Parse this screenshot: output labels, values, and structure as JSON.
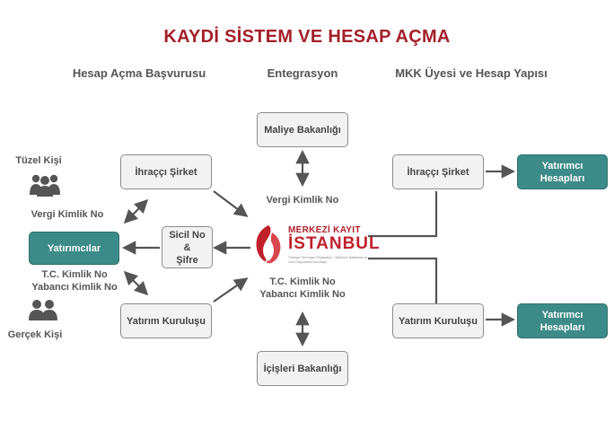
{
  "title": "KAYDİ SİSTEM VE HESAP AÇMA",
  "columns": {
    "left": "Hesap Açma Başvurusu",
    "middle": "Entegrasyon",
    "right": "MKK Üyesi ve Hesap Yapısı"
  },
  "left": {
    "tuzel_kisi": "Tüzel Kişi",
    "vergi_kimlik": "Vergi Kimlik No",
    "yatirimcilar": "Yatırımcılar",
    "tc_kimlik": "T.C. Kimlik No\nYabancı Kimlik No",
    "gercek_kisi": "Gerçek Kişi",
    "ihracci_sirket": "İhraççı Şirket",
    "yatirim_kurulusu": "Yatırım Kuruluşu",
    "sicil_no": "Sicil No\n&\nŞifre"
  },
  "middle": {
    "maliye": "Maliye Bakanlığı",
    "vergi_kimlik": "Vergi Kimlik No",
    "tc_kimlik": "T.C. Kimlik No\nYabancı Kimlik No",
    "icisleri": "İçişleri Bakanlığı",
    "logo": {
      "line1": "MERKEZİ KAYIT",
      "line2": "İSTANBUL",
      "line3": "Türkiye Sermaye Piyasaları - Merkezi Saklama ve Veri Depolama Kuruluşu"
    }
  },
  "right": {
    "ihracci_sirket": "İhraççı Şirket",
    "yatirim_kurulusu": "Yatırım Kuruluşu",
    "hesaplar_top": "Yatırımcı\nHesapları",
    "hesaplar_bottom": "Yatırımcı\nHesapları"
  },
  "colors": {
    "title": "#a3202a",
    "teal": "#3d8b88",
    "box_fill": "#f2f2f2",
    "arrow": "#555555",
    "logo_red": "#c0202c"
  }
}
